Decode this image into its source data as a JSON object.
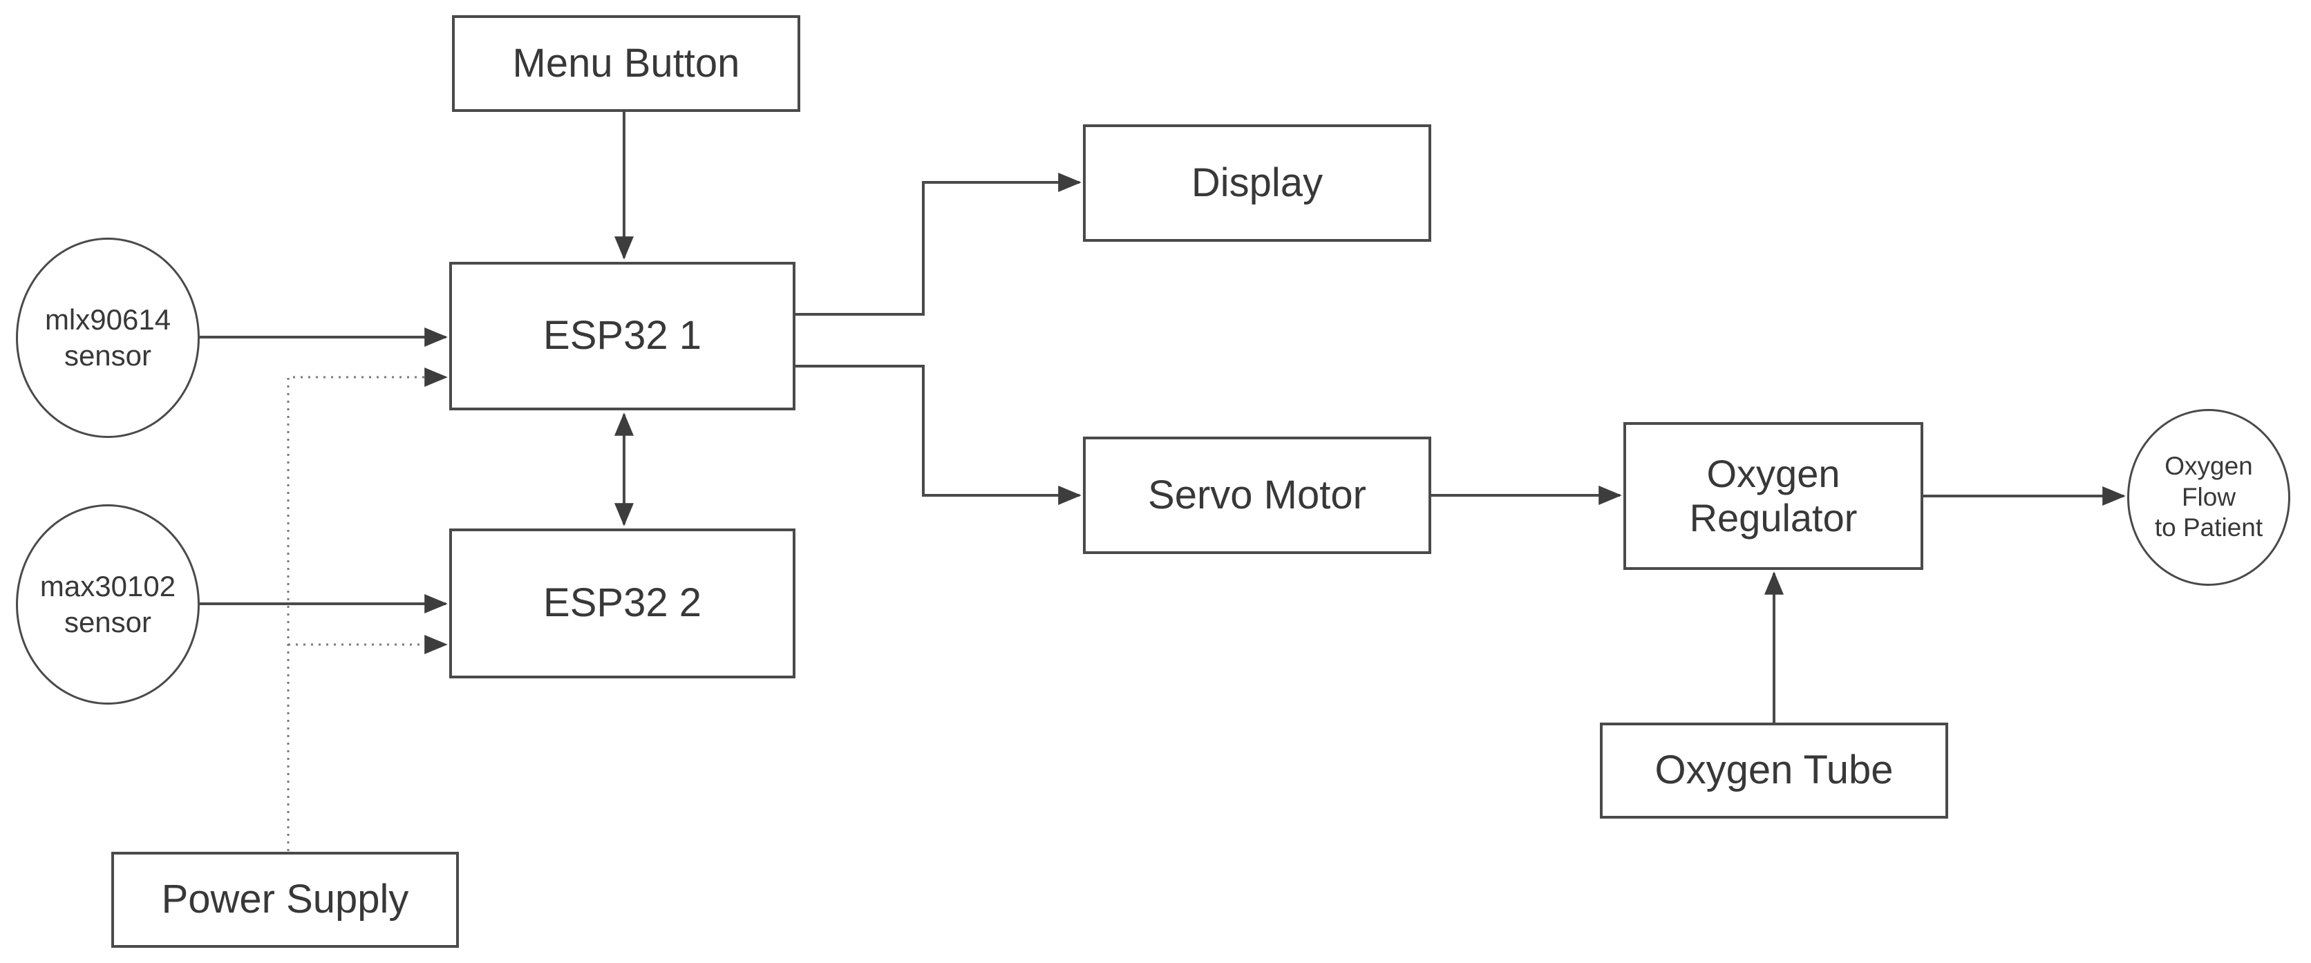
{
  "colors": {
    "line": "#4a4a4a",
    "dotted_line": "#7a7a7a",
    "text": "#383838",
    "background": "#ffffff"
  },
  "nodes": {
    "menu_button": {
      "label": "Menu Button",
      "shape": "rectangle"
    },
    "esp32_1": {
      "label": "ESP32 1",
      "shape": "rectangle"
    },
    "esp32_2": {
      "label": "ESP32 2",
      "shape": "rectangle"
    },
    "display": {
      "label": "Display",
      "shape": "rectangle"
    },
    "servo_motor": {
      "label": "Servo Motor",
      "shape": "rectangle"
    },
    "oxygen_regulator": {
      "label": "Oxygen Regulator",
      "lines": [
        "Oxygen",
        "Regulator"
      ],
      "shape": "rectangle"
    },
    "oxygen_tube": {
      "label": "Oxygen Tube",
      "shape": "rectangle"
    },
    "power_supply": {
      "label": "Power Supply",
      "shape": "rectangle"
    },
    "mlx90614_sensor": {
      "label": "mlx90614 sensor",
      "lines": [
        "mlx90614",
        "sensor"
      ],
      "shape": "ellipse"
    },
    "max30102_sensor": {
      "label": "max30102 sensor",
      "lines": [
        "max30102",
        "sensor"
      ],
      "shape": "ellipse"
    },
    "oxygen_flow": {
      "label": "Oxygen Flow to Patient",
      "lines": [
        "Oxygen",
        "Flow",
        "to Patient"
      ],
      "shape": "ellipse"
    }
  },
  "edges": [
    {
      "from": "menu_button",
      "to": "esp32_1",
      "style": "solid",
      "arrows": "end"
    },
    {
      "from": "mlx90614_sensor",
      "to": "esp32_1",
      "style": "solid",
      "arrows": "end"
    },
    {
      "from": "max30102_sensor",
      "to": "esp32_2",
      "style": "solid",
      "arrows": "end"
    },
    {
      "from": "esp32_1",
      "to": "esp32_2",
      "style": "solid",
      "arrows": "both"
    },
    {
      "from": "esp32_1",
      "to": "display",
      "style": "solid",
      "arrows": "end"
    },
    {
      "from": "esp32_1",
      "to": "servo_motor",
      "style": "solid",
      "arrows": "end"
    },
    {
      "from": "servo_motor",
      "to": "oxygen_regulator",
      "style": "solid",
      "arrows": "end"
    },
    {
      "from": "oxygen_regulator",
      "to": "oxygen_flow",
      "style": "solid",
      "arrows": "end"
    },
    {
      "from": "oxygen_tube",
      "to": "oxygen_regulator",
      "style": "solid",
      "arrows": "end"
    },
    {
      "from": "power_supply",
      "to": "esp32_1",
      "style": "dotted",
      "arrows": "end"
    },
    {
      "from": "power_supply",
      "to": "esp32_2",
      "style": "dotted",
      "arrows": "end"
    }
  ]
}
